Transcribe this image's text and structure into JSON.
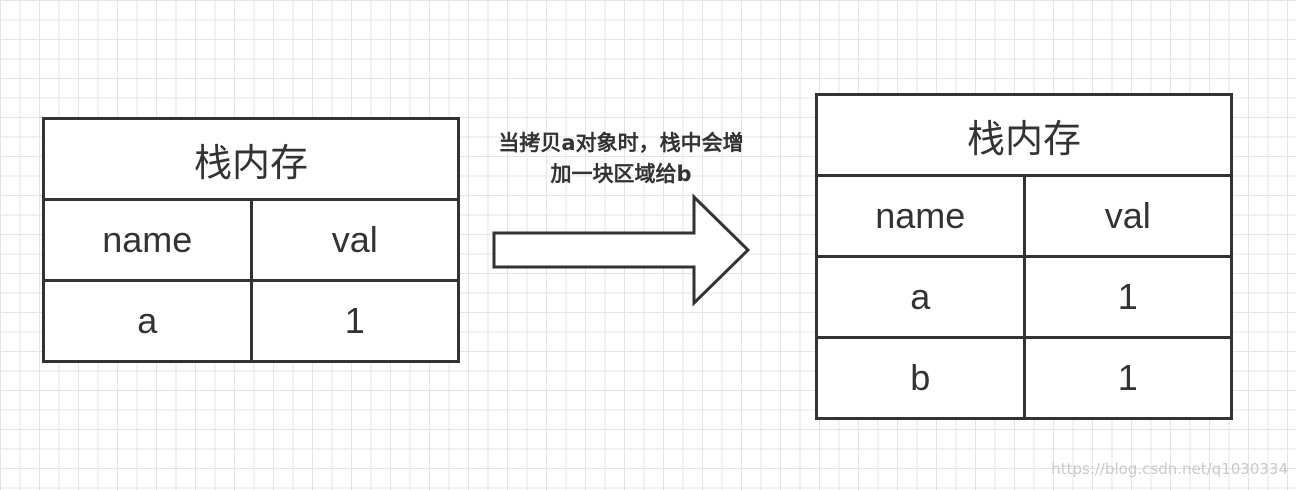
{
  "left_table": {
    "title": "栈内存",
    "header": [
      "name",
      "val"
    ],
    "rows": [
      [
        "a",
        "1"
      ]
    ]
  },
  "right_table": {
    "title": "栈内存",
    "header": [
      "name",
      "val"
    ],
    "rows": [
      [
        "a",
        "1"
      ],
      [
        "b",
        "1"
      ]
    ]
  },
  "arrow": {
    "caption_line1": "当拷贝a对象时，栈中会增",
    "caption_line2": "加一块区域给b"
  },
  "watermark": "https://blog.csdn.net/q1030334"
}
